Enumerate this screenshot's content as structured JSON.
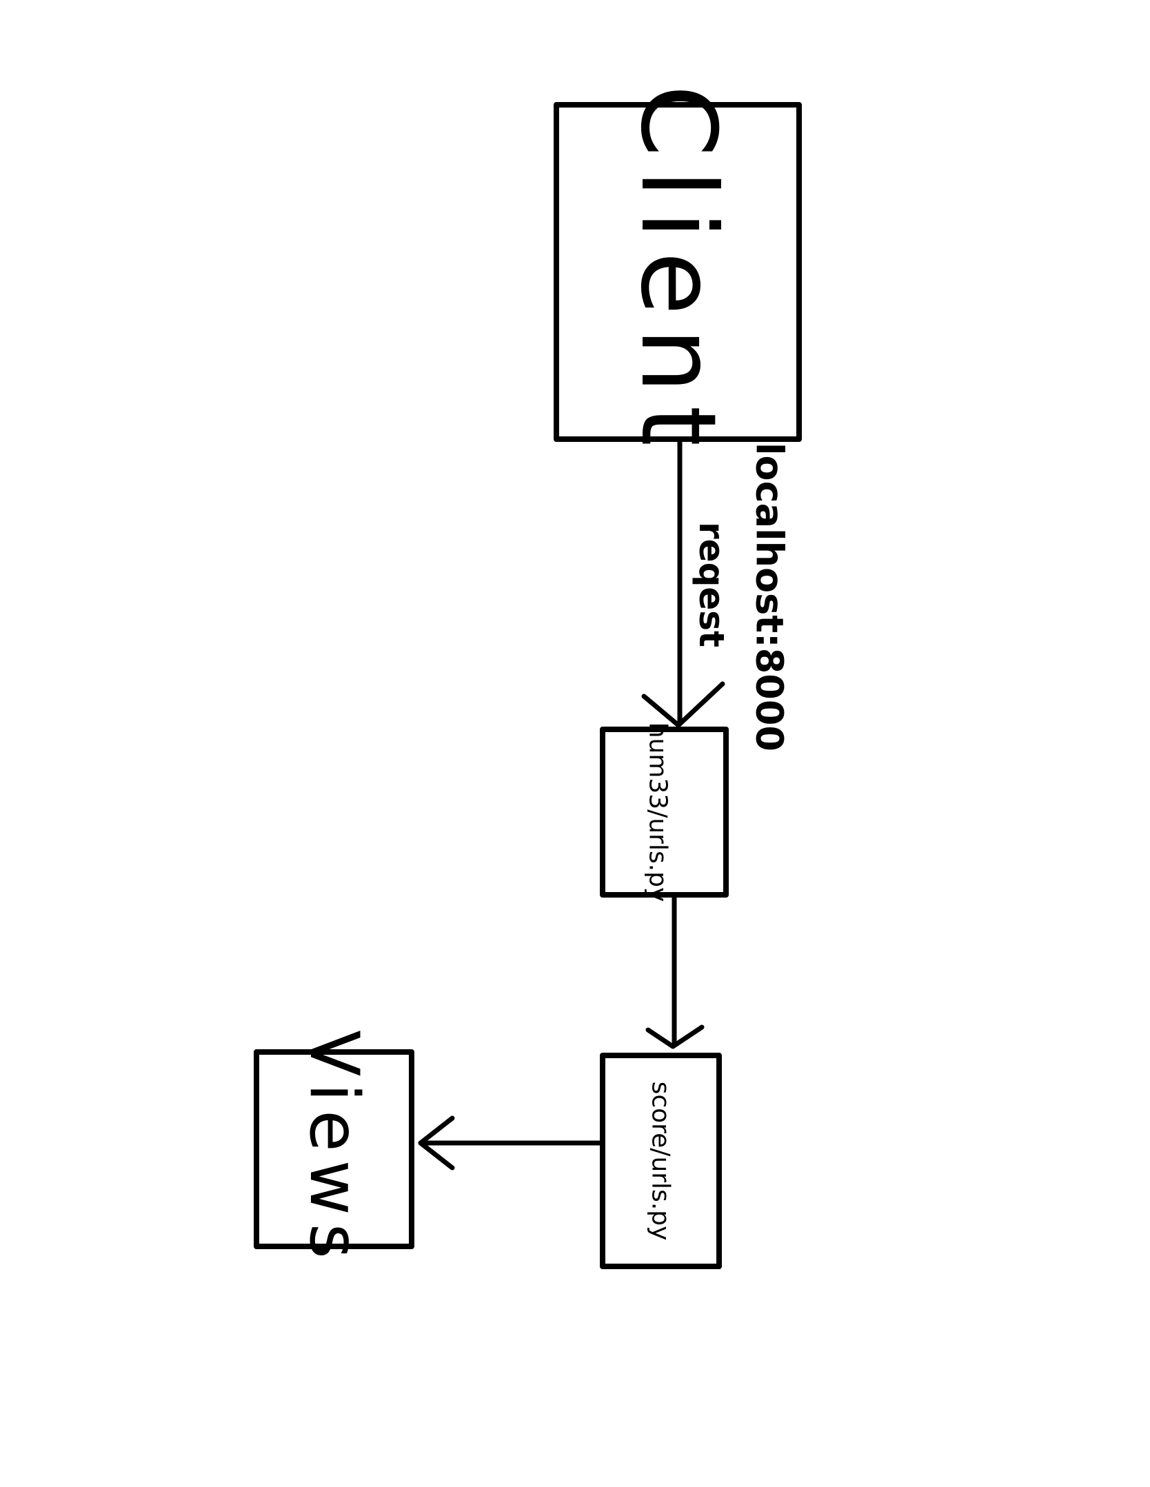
{
  "nodes": {
    "client": {
      "label": "Client"
    },
    "project_urls": {
      "label": "hum33/urls.py"
    },
    "app_urls": {
      "label": "score/urls.py"
    },
    "views": {
      "label": "Views"
    }
  },
  "edges": {
    "client_to_project_urls": {
      "label_line1": "localhost:8000",
      "label_line2": "reqest"
    }
  },
  "colors": {
    "stroke": "#000000",
    "background": "#ffffff"
  }
}
